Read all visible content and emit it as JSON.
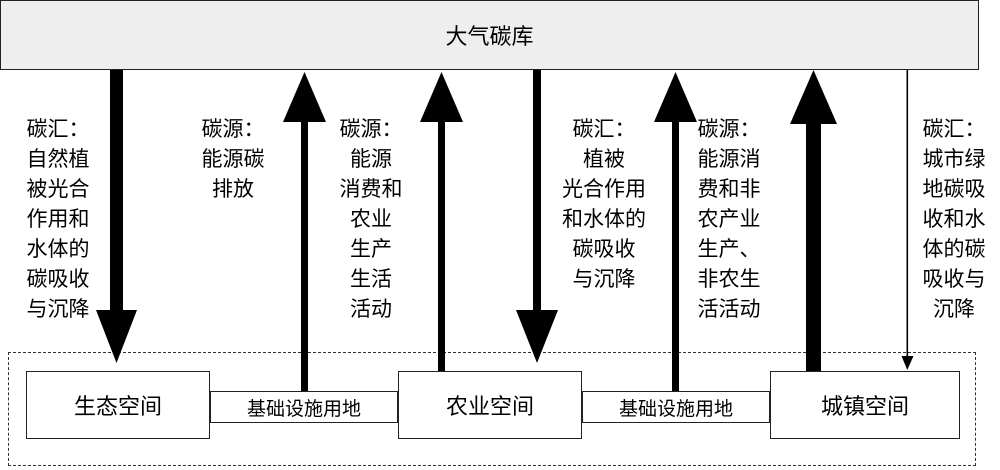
{
  "atmosphere": {
    "label": "大气碳库"
  },
  "spaces": {
    "ecological": "生态空间",
    "agricultural": "农业空间",
    "urban": "城镇空间"
  },
  "infrastructure": {
    "left": "基础设施用地",
    "right": "基础设施用地"
  },
  "flows": {
    "sink_ecological": "碳汇：\n自然植\n被光合\n作用和\n水体的\n碳吸收\n与沉降",
    "source_infrastructure_1": "碳源：\n能源碳\n排放",
    "source_ecological": "碳源：\n能源\n消费和\n农业\n生产\n生活\n活动",
    "sink_agricultural": "碳汇：\n植被\n光合作用\n和水体的\n碳吸收\n与沉降",
    "source_agricultural": "碳源：\n能源消\n费和非\n农产业\n生产、\n非农生\n活活动",
    "sink_urban": "碳汇：\n城市绿\n地碳吸\n收和水\n体的碳\n吸收与\n沉降"
  }
}
